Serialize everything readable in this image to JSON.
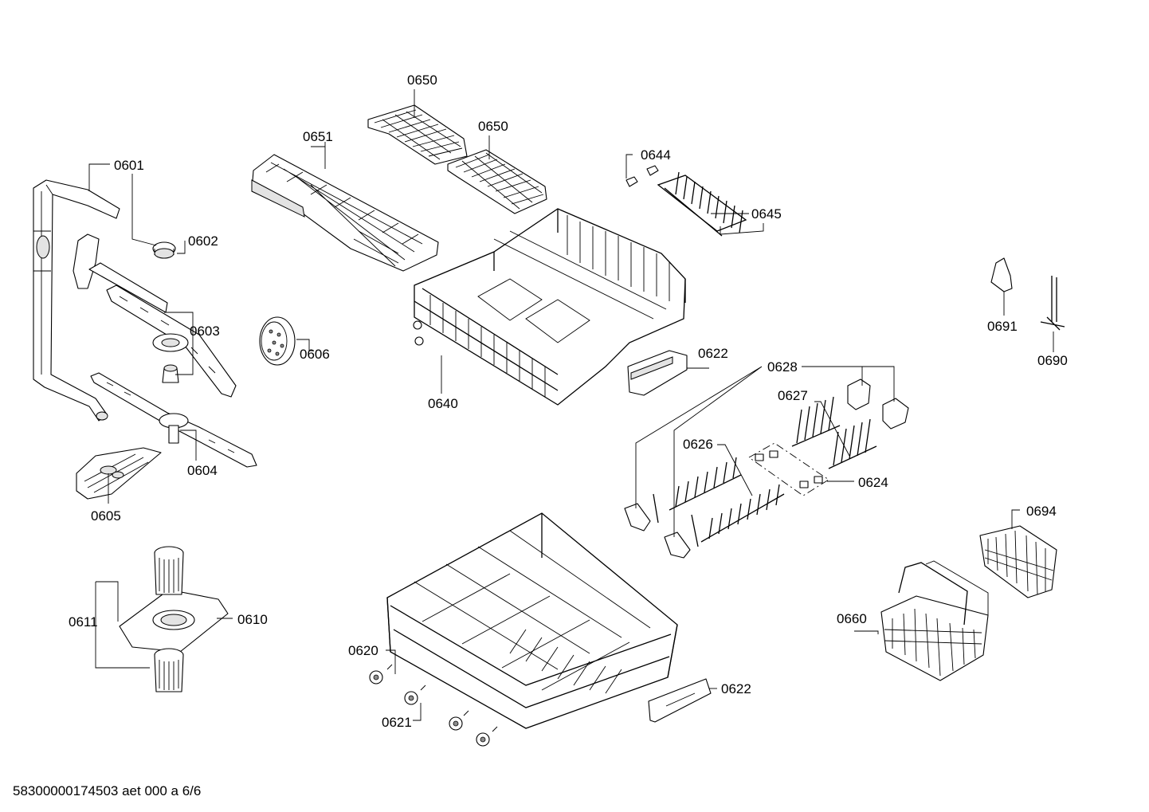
{
  "labels": {
    "p0650a": "0650",
    "p0650b": "0650",
    "p0651": "0651",
    "p0644": "0644",
    "p0645": "0645",
    "p0601": "0601",
    "p0602": "0602",
    "p0603": "0603",
    "p0606": "0606",
    "p0604": "0604",
    "p0605": "0605",
    "p0640": "0640",
    "p0622a": "0622",
    "p0628": "0628",
    "p0627": "0627",
    "p0626": "0626",
    "p0624": "0624",
    "p0691": "0691",
    "p0690": "0690",
    "p0694": "0694",
    "p0660": "0660",
    "p0611": "0611",
    "p0610": "0610",
    "p0620": "0620",
    "p0621": "0621",
    "p0622b": "0622"
  },
  "footer": "58300000174503 aet 000 a 6/6"
}
